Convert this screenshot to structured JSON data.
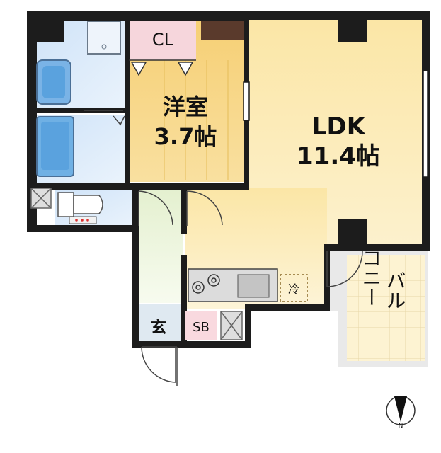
{
  "rooms": {
    "western": {
      "name": "洋室",
      "size": "3.7帖"
    },
    "ldk": {
      "name": "LDK",
      "size": "11.4帖"
    },
    "closet": {
      "name": "CL"
    },
    "entrance": {
      "name": "玄"
    },
    "shoe_box": {
      "name": "SB"
    },
    "fridge": {
      "name": "冷"
    },
    "balcony": {
      "name_line1": "バル",
      "name_line2": "コニー"
    }
  },
  "compass": {
    "label": "N"
  },
  "colors": {
    "wall": "#1c1c1c",
    "western_floor": "#f7d98c",
    "ldk_floor": "#fbe9b5",
    "wet_area": "#d6e8fa",
    "closet": "#f6d6dc",
    "corridor": "#eaf4d8",
    "balcony": "#efefef"
  }
}
